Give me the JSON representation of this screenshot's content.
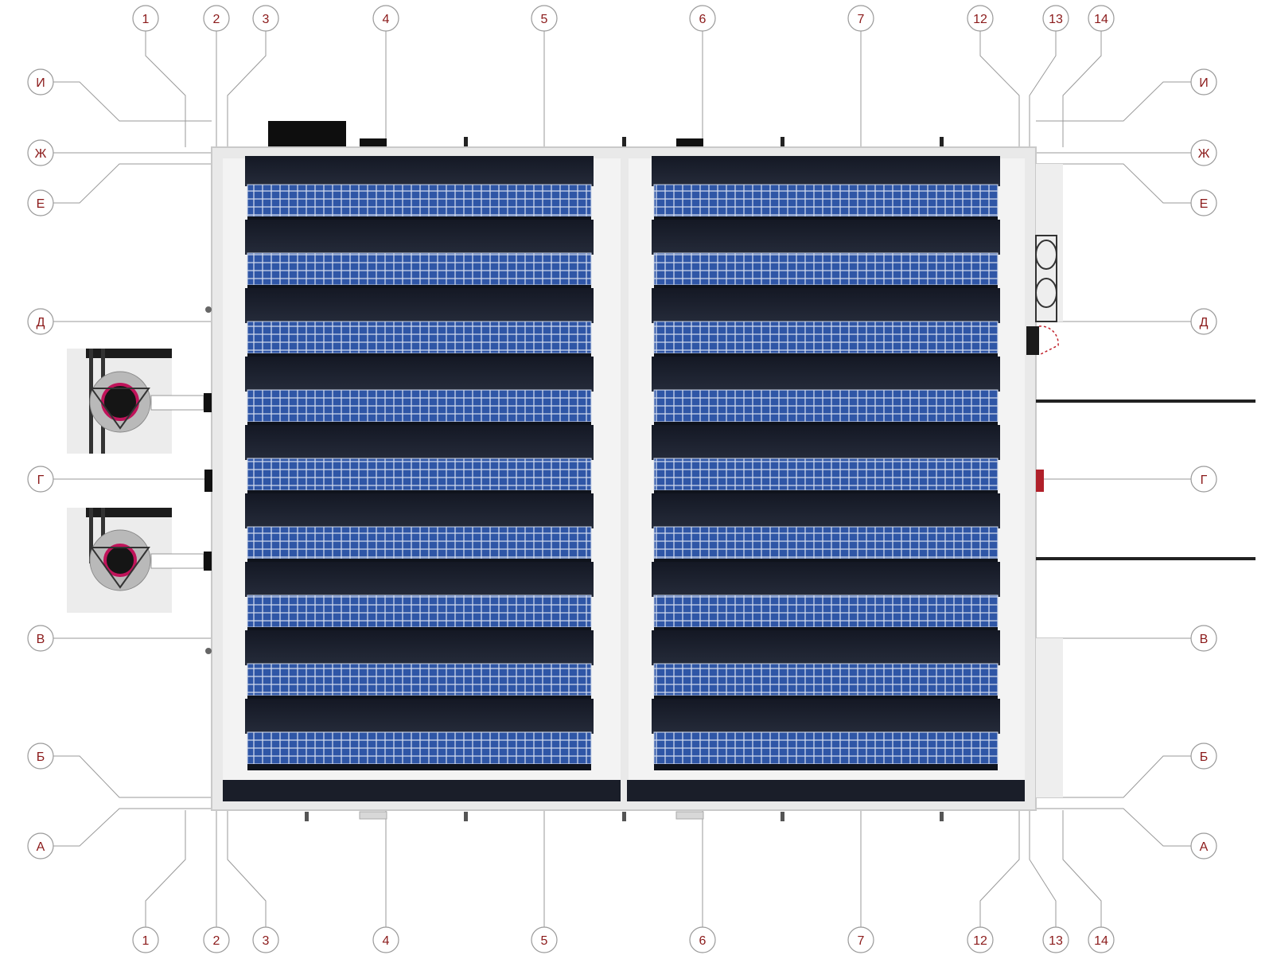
{
  "drawing": {
    "axis_labels_top": [
      "1",
      "2",
      "3",
      "4",
      "5",
      "6",
      "7",
      "12",
      "13",
      "14"
    ],
    "axis_labels_bottom": [
      "1",
      "2",
      "3",
      "4",
      "5",
      "6",
      "7",
      "12",
      "13",
      "14"
    ],
    "row_labels_left": [
      "И",
      "Ж",
      "Е",
      "Д",
      "Г",
      "В",
      "Б",
      "А"
    ],
    "row_labels_right": [
      "И",
      "Ж",
      "Е",
      "Д",
      "Г",
      "В",
      "Б",
      "А"
    ],
    "panel_rows_per_block": 9,
    "blocks": 2
  },
  "colors": {
    "bubble_stroke": "#9a9a9a",
    "bubble_text": "#8b1a1a",
    "leader_line": "#9a9a9a",
    "roof_frame": "#e8e8e8",
    "roof_dark": "#1d2230",
    "panel_blue": "#2a4d9a",
    "panel_grid": "#cfd8ea",
    "service_red": "#b0202a"
  }
}
